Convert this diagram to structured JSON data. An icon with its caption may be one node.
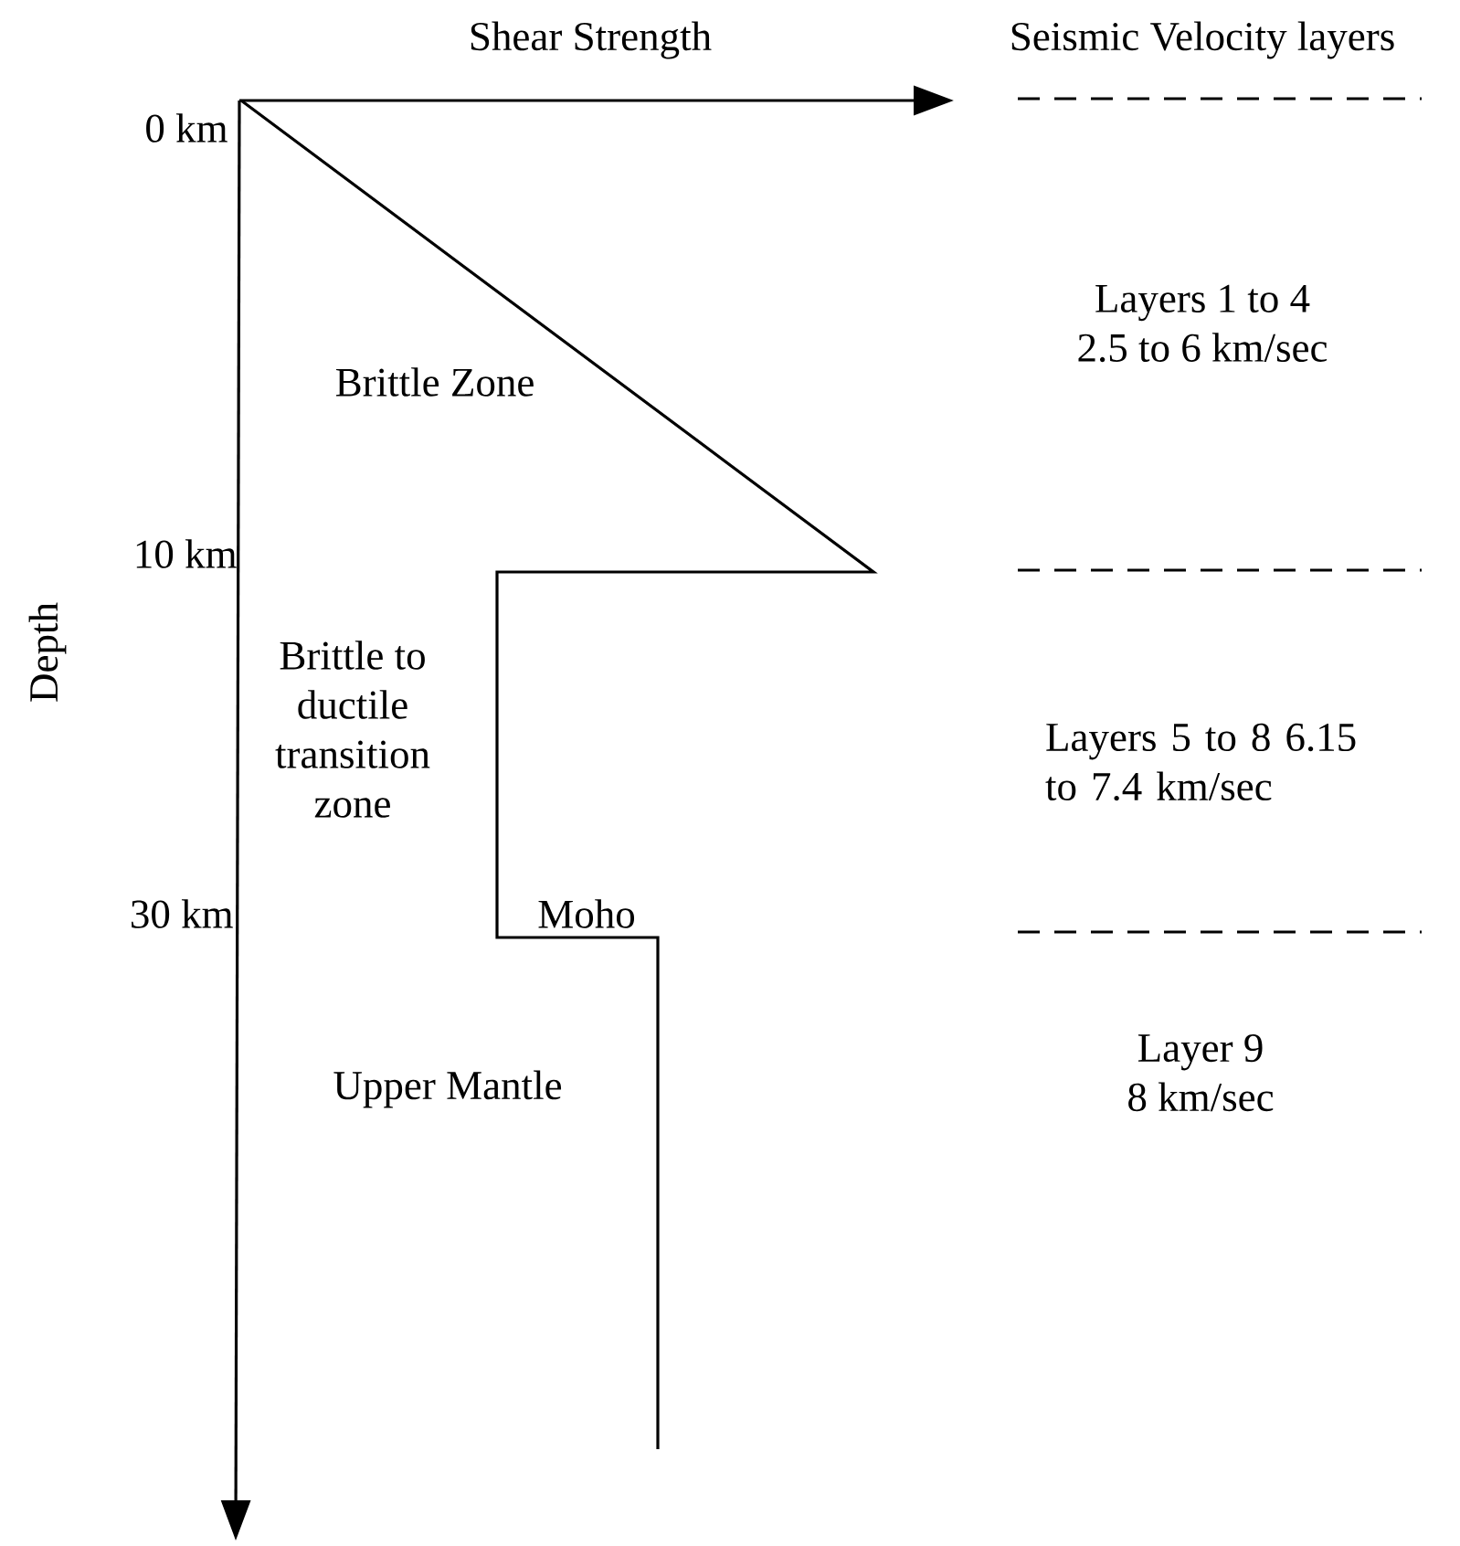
{
  "diagram": {
    "labels": [
      "Shear Strength",
      "Seismic Velocity layers",
      "0 km",
      "Layers 1 to 4 2.5 to 6 km/sec",
      "Brittle Zone",
      "10 km",
      "Depth",
      "Brittle to ductile transition zone",
      "Layers 5 to 8 6.15 to 7.4 km/sec",
      "30 km",
      "Moho",
      "Upper Mantle",
      "Layer 9 8 km/sec"
    ]
  }
}
